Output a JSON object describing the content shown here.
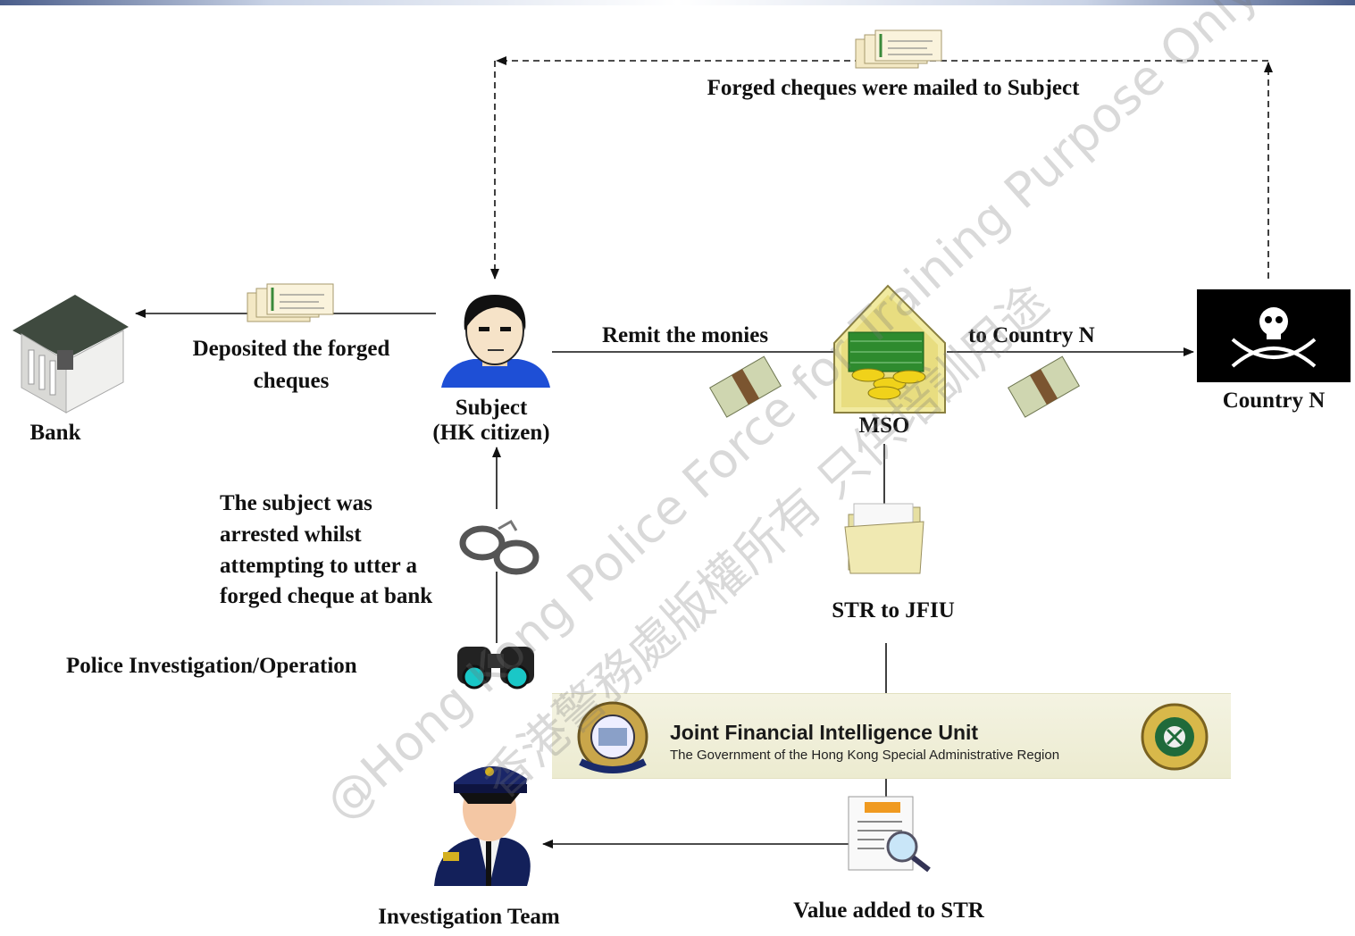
{
  "nodes": {
    "bank": "Bank",
    "subject_line1": "Subject",
    "subject_line2": "(HK citizen)",
    "mso": "MSO",
    "country": "Country N",
    "investigation_team": "Investigation Team"
  },
  "edges": {
    "mailed": "Forged cheques were mailed to Subject",
    "deposited_line1": "Deposited the forged",
    "deposited_line2": "cheques",
    "remit": "Remit the monies",
    "to_country": "to Country N",
    "arrested": [
      "The subject was",
      "arrested whilst",
      "attempting to utter a",
      "forged cheque at bank"
    ],
    "police": "Police Investigation/Operation",
    "str": "STR to JFIU",
    "value_added": "Value added to STR"
  },
  "banner": {
    "title": "Joint Financial Intelligence Unit",
    "subtitle": "The Government of the Hong Kong Special Administrative Region"
  },
  "watermark": {
    "line1": "@Hong Kong Police Force for Training Purpose Only",
    "line2": "香港警務處版權所有 只供培訓用途"
  },
  "icons": [
    "bank-icon",
    "cheque-icon",
    "subject-avatar-icon",
    "mso-money-house-icon",
    "money-bundle-icon",
    "pirate-flag-icon",
    "handcuffs-icon",
    "binoculars-icon",
    "folder-icon",
    "police-officer-icon",
    "report-magnifier-icon",
    "jfiu-emblem-icon",
    "customs-emblem-icon"
  ],
  "colors": {
    "flag_bg": "#000000",
    "subject_shirt": "#1e4fd6",
    "money_green": "#2e8b2e",
    "cheque_paper": "#f3e8c4"
  }
}
